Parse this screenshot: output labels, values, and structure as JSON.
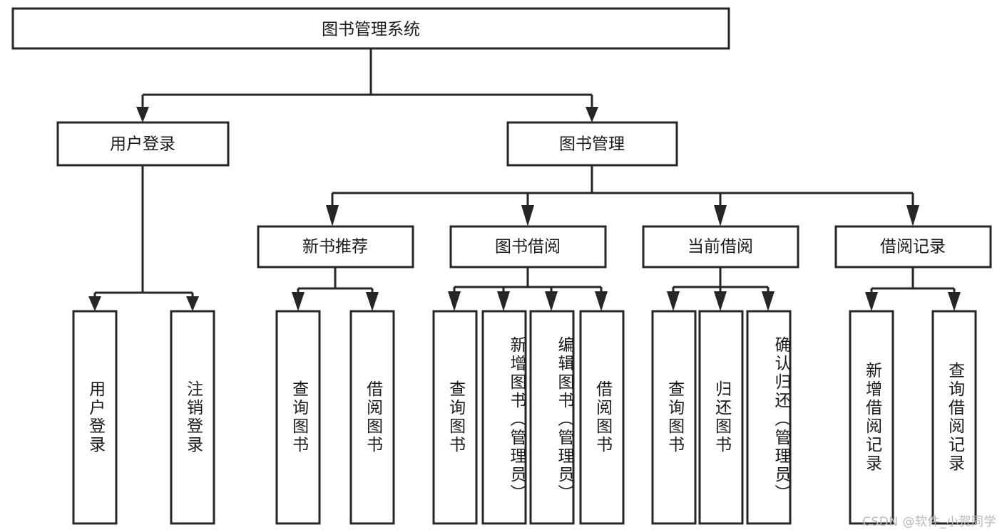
{
  "diagram": {
    "type": "tree",
    "title": "图书管理系统",
    "root": {
      "label": "图书管理系统"
    },
    "level2": [
      {
        "label": "用户登录"
      },
      {
        "label": "图书管理"
      }
    ],
    "level3": [
      {
        "label": "新书推荐"
      },
      {
        "label": "图书借阅"
      },
      {
        "label": "当前借阅"
      },
      {
        "label": "借阅记录"
      }
    ],
    "leaves": {
      "user_login": [
        {
          "label": "用户登录"
        },
        {
          "label": "注销登录"
        }
      ],
      "new_book_recommend": [
        {
          "label": "查询图书"
        },
        {
          "label": "借阅图书"
        }
      ],
      "book_borrow": [
        {
          "label": "查询图书"
        },
        {
          "label": "新增图书（管理员）"
        },
        {
          "label": "编辑图书（管理员）"
        },
        {
          "label": "借阅图书"
        }
      ],
      "current_borrow": [
        {
          "label": "查询图书"
        },
        {
          "label": "归还图书"
        },
        {
          "label": "确认归还（管理员）"
        }
      ],
      "borrow_record": [
        {
          "label": "新增借阅记录"
        },
        {
          "label": "查询借阅记录"
        }
      ]
    }
  },
  "watermark": {
    "text": "CSDN @软件_小贺同学"
  },
  "colors": {
    "stroke": "#262626",
    "fill": "#ffffff",
    "text": "#1a1a1a",
    "watermark": "#b8b8b8"
  }
}
